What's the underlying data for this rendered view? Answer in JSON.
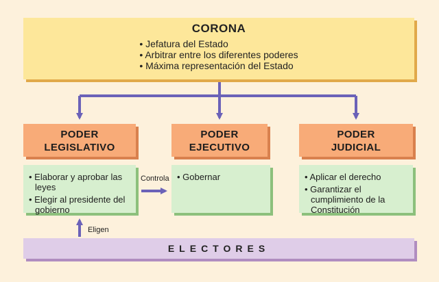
{
  "corona": {
    "title": "CORONA",
    "items": [
      "Jefatura del Estado",
      "Arbitrar entre los diferentes poderes",
      "Máxima representación del Estado"
    ]
  },
  "legislativo": {
    "title_line1": "PODER",
    "title_line2": "LEGISLATIVO",
    "items": [
      "Elaborar y aprobar las leyes",
      "Elegir al presidente del gobierno"
    ]
  },
  "ejecutivo": {
    "title_line1": "PODER",
    "title_line2": "EJECUTIVO",
    "items": [
      "Gobernar"
    ]
  },
  "judicial": {
    "title_line1": "PODER",
    "title_line2": "JUDICIAL",
    "items": [
      "Aplicar el derecho",
      "Garantizar el cumplimiento de la Constitución"
    ]
  },
  "electores": {
    "label": "ELECTORES"
  },
  "connectors": {
    "controla": "Controla",
    "eligen": "Eligen"
  },
  "colors": {
    "arrow": "#6b62b8",
    "corona_fill": "#fde79a",
    "power_header_fill": "#f8ab78",
    "function_fill": "#d7efcf",
    "electores_fill": "#dfcde8"
  }
}
